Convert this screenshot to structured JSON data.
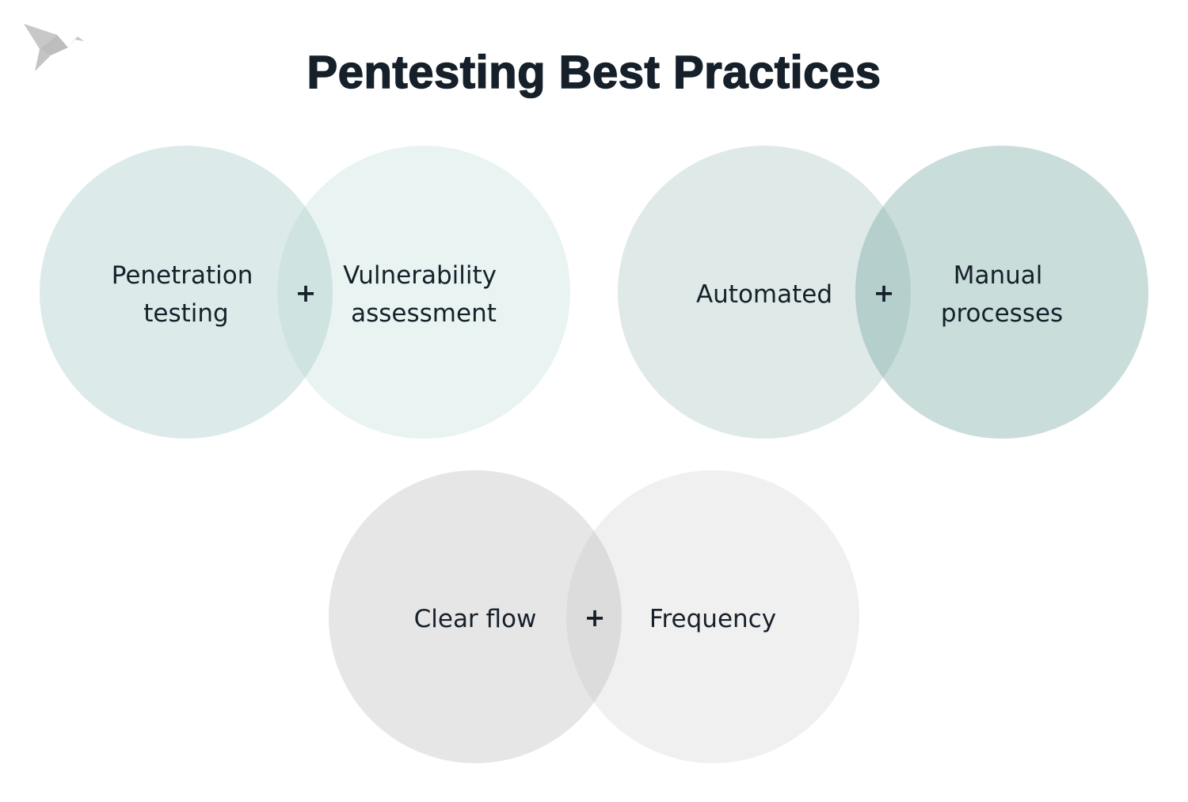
{
  "title": "Pentesting Best Practices",
  "logo": {
    "icon": "origami-bird-logo",
    "color": "#c8c8c8"
  },
  "pairs": [
    {
      "left": {
        "lines": [
          "Penetration",
          "testing"
        ],
        "color": "#dcebea"
      },
      "right": {
        "lines": [
          "Vulnerability",
          "assessment"
        ],
        "color": "#e9f3f2"
      },
      "overlap_color": "#cfe3e1",
      "joiner": "+"
    },
    {
      "left": {
        "lines": [
          "Automated"
        ],
        "color": "#dfe9e8"
      },
      "right": {
        "lines": [
          "Manual",
          "processes"
        ],
        "color": "#c9dddb"
      },
      "overlap_color": "#b5cfcd",
      "joiner": "+"
    },
    {
      "left": {
        "lines": [
          "Clear flow"
        ],
        "color": "#e6e6e6"
      },
      "right": {
        "lines": [
          "Frequency"
        ],
        "color": "#f0f0f0"
      },
      "overlap_color": "#dcdcdc",
      "joiner": "+"
    }
  ]
}
